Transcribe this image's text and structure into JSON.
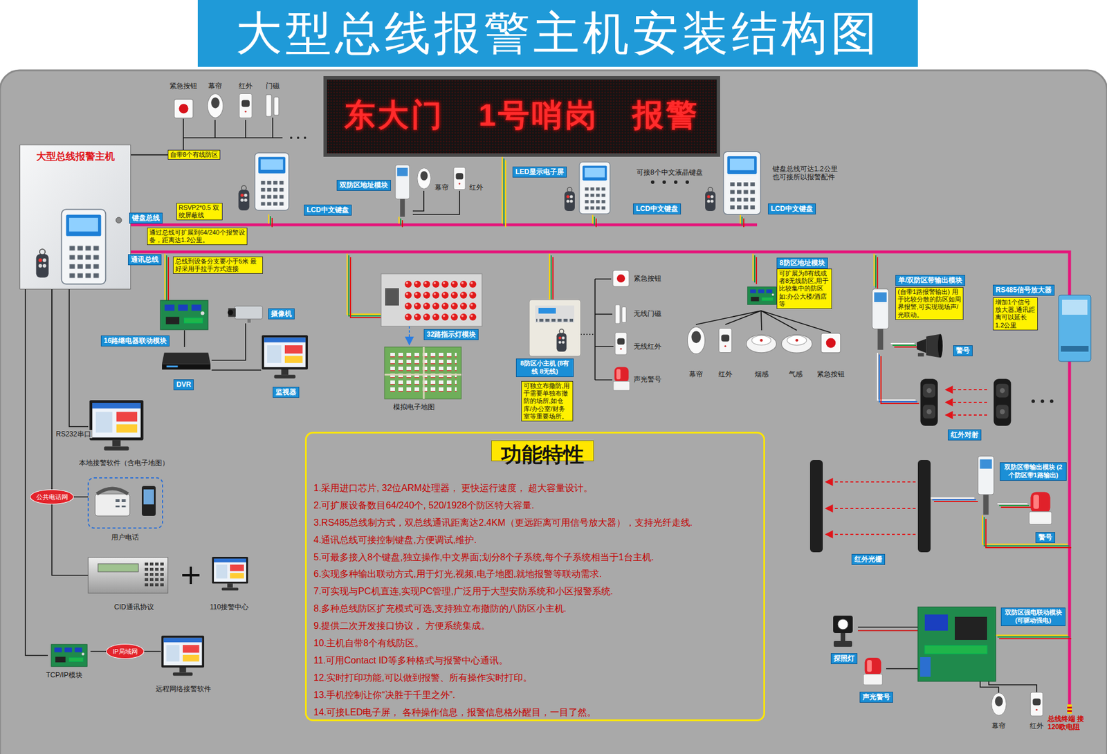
{
  "diagram": {
    "title": "大型总线报警主机安装结构图",
    "nodes": [
      {
        "text": [
          "大型总线报警主机"
        ]
      },
      {
        "text": [
          "自带8个有线防区"
        ]
      },
      {
        "text": [
          "东大门 1号哨岗 报警"
        ]
      },
      {
        "text": [
          "双防区地址模块"
        ]
      },
      {
        "text": [
          "LED显示电子屏"
        ]
      },
      {
        "text": [
          "LCD中文键盘"
        ]
      },
      {
        "text": [
          "RSVP2*0.5 双绞屏蔽线"
        ]
      },
      {
        "text": [
          "LCD中文键盘"
        ]
      },
      {
        "text": [
          "LCD中文键盘"
        ]
      },
      {
        "text": [
          "键盘总线"
        ]
      },
      {
        "text": [
          "通过总线可扩展到64/240个报警设备，距离达1.2公里。"
        ]
      },
      {
        "text": [
          "通讯总线"
        ]
      },
      {
        "text": [
          "总线到设备分支要小于5米 最好采用手拉手方式连接"
        ]
      },
      {
        "text": [
          "8防区地址模块"
        ]
      },
      {
        "text": [
          "可扩展为8有线或者8无线防区,用于比较集中的防区如:办公大楼/酒店等"
        ]
      },
      {
        "text": [
          "单/双防区带输出模块"
        ]
      },
      {
        "text": [
          "(自带1路报警输出) 用于比较分散的防区如周界报警,可实现现场声/光联动。"
        ]
      },
      {
        "text": [
          "RS485信号放大器"
        ]
      },
      {
        "text": [
          "增加1个信号放大器,通讯距离可以延长1.2公里"
        ]
      },
      {
        "text": [
          "摄像机"
        ]
      },
      {
        "text": [
          "16路继电器联动模块"
        ]
      },
      {
        "text": [
          "32路指示灯模块"
        ]
      },
      {
        "text": [
          "警号"
        ]
      },
      {
        "text": [
          "8防区小主机 (8有线 8无线)"
        ]
      },
      {
        "text": [
          "可独立布撤防,用于需要单独布撤防的场所,如仓库/办公室/财务室等重要场所。"
        ]
      },
      {
        "text": [
          "DVR"
        ]
      },
      {
        "text": [
          "监视器"
        ]
      },
      {
        "text": [
          "红外对射"
        ]
      },
      {
        "text": [
          "1.采用进口芯片, 32位ARM处理器， 更快运行速度， 超大容量设计。",
          "2.可扩展设备数目64/240个, 520/1928个防区特大容量.",
          "3.RS485总线制方式，双总线通讯距离达2.4KM（更远距离可用信号放大器），支持光纤走线.",
          "4.通讯总线可接控制键盘,方便调试,维护.",
          "5.可最多接入8个键盘,独立操作,中文界面;划分8个子系统,每个子系统相当于1台主机.",
          "6.实现多种输出联动方式,用于灯光,视频,电子地图,就地报警等联动需求.",
          "7.可实现与PC机直连,实现PC管理,广泛用于大型安防系统和小区报警系统.",
          "8.多种总线防区扩充模式可选,支持独立布撤防的八防区小主机.",
          "9.提供二次开发接口协议， 方便系统集成。",
          "10.主机自带8个有线防区。",
          "11.可用Contact ID等多种格式与报警中心通讯。",
          "12.实时打印功能,可以做到报警、所有操作实时打印。",
          "13.手机控制让你“决胜于千里之外”.",
          "14.可接LED电子屏， 各种操作信息，报警信息格外醒目，一目了然。"
        ]
      },
      {
        "text": [
          "功能特性"
        ],
        "in": 28
      },
      {
        "text": [
          "双防区带输出模块 (2个防区带1路输出)"
        ]
      },
      {
        "text": [
          "公共电话网"
        ]
      },
      {
        "text": [
          "警号"
        ]
      },
      {
        "text": [
          "红外光栅"
        ]
      },
      {
        "text": [
          "双防区强电联动模块 (可驱动强电)"
        ]
      },
      {
        "text": [
          "IP局域网"
        ]
      },
      {
        "text": [
          "探照灯"
        ]
      },
      {
        "text": [
          "声光警号"
        ]
      }
    ],
    "edges": [
      {
        "from": 0,
        "to": 1,
        "arrow": "none"
      },
      {
        "from": 0,
        "to": 31,
        "arrow": "none"
      }
    ],
    "labels": [
      "紧急按钮",
      "幕帘",
      "红外",
      "门磁",
      "幕帘",
      "红外",
      "可接8个中文液晶键盘",
      "键盘总线可达1.2公里 也可接所以报警配件",
      "紧急按钮",
      "无线门磁",
      "无线红外",
      "声光警号",
      "幕帘",
      "红外",
      "烟感",
      "气感",
      "紧急按钮",
      "模拟电子地图",
      "RS232串口",
      "本地接警软件（含电子地图）",
      "用户电话",
      "CID通讯协议",
      "110接警中心",
      "TCP/IP模块",
      "远程网络接警软件",
      "幕帘",
      "红外",
      "总线终端 接120欧电阻"
    ]
  }
}
